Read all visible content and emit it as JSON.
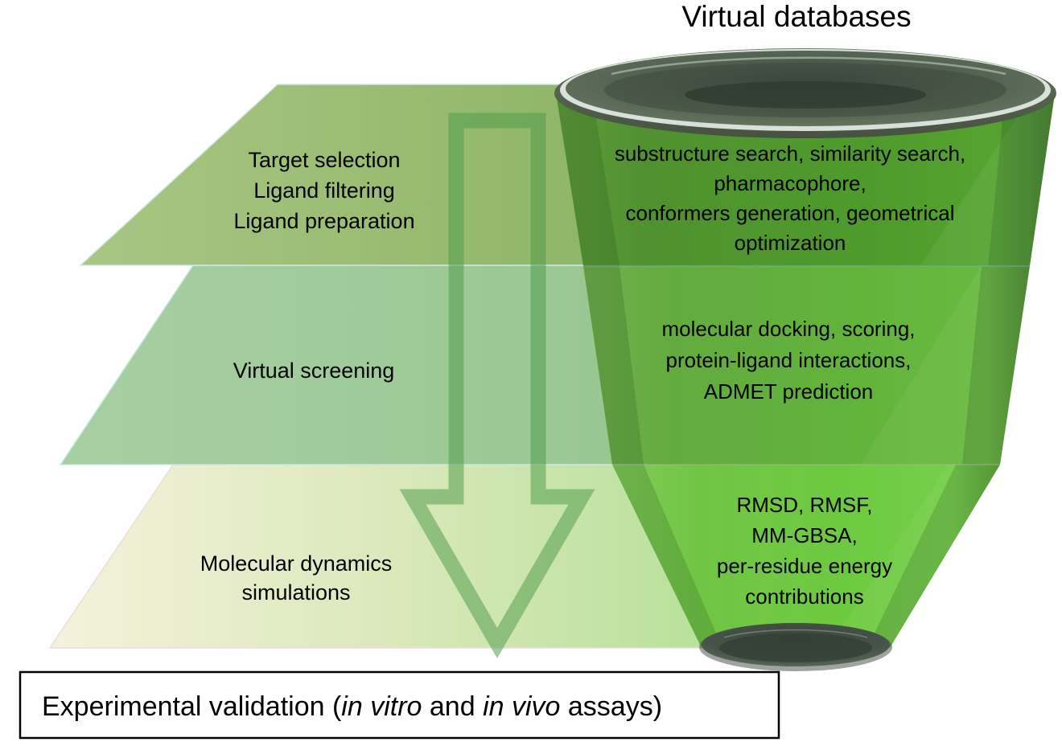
{
  "title": {
    "text": "Virtual databases"
  },
  "tiers": [
    {
      "name": "tier-1",
      "lines": [
        "Target selection",
        "Ligand filtering",
        "Ligand preparation"
      ],
      "color": "#8DB463"
    },
    {
      "name": "tier-2",
      "lines": [
        "Virtual screening"
      ],
      "color": "#9CC795"
    },
    {
      "name": "tier-3",
      "lines": [
        "Molecular dynamics",
        "simulations"
      ],
      "color": "#EDEFCE"
    }
  ],
  "funnel": {
    "bands": [
      {
        "name": "funnel-band-1",
        "lines": [
          "substructure search, similarity search,",
          "pharmacophore,",
          "conformers generation, geometrical",
          "optimization"
        ],
        "color": "#4E9430"
      },
      {
        "name": "funnel-band-2",
        "lines": [
          "molecular docking, scoring,",
          "protein-ligand interactions,",
          "ADMET prediction"
        ],
        "color": "#5DA838"
      },
      {
        "name": "funnel-band-3",
        "lines": [
          "RMSD, RMSF,",
          "MM-GBSA,",
          "per-residue energy",
          "contributions"
        ],
        "color": "#6CC03F"
      }
    ],
    "rim_color": "#5A6B57",
    "rim_highlight": "#E8EEEA",
    "spout_color": "#455046"
  },
  "arrow": {
    "name": "downward-flow-arrow",
    "stroke_color": "#8CC98A"
  },
  "bottom_box": {
    "prefix": "Experimental validation (",
    "italic_1": "in vitro",
    "middle": " and ",
    "italic_2": "in vivo",
    "suffix": " assays)",
    "border_color": "#000000",
    "background": "#FFFFFF"
  }
}
